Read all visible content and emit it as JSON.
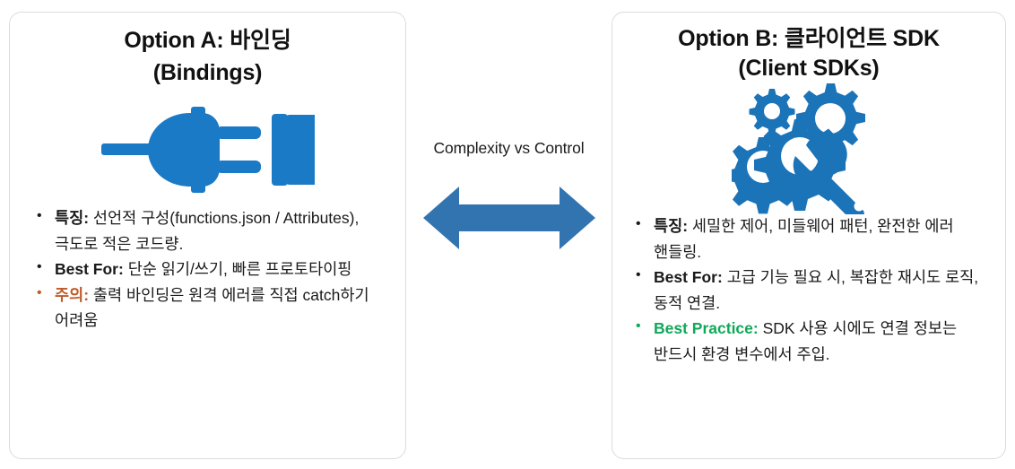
{
  "slide": {
    "center": {
      "label": "Complexity vs Control",
      "arrow_icon": "double-headed-arrow-icon",
      "arrow_color": "#3274B0"
    },
    "cards": [
      {
        "id": "option-a",
        "title_line1": "Option A: 바인딩",
        "title_line2": "(Bindings)",
        "icon": "plug-and-socket-icon",
        "icon_color": "#1B7AC6",
        "bullets": [
          {
            "label": "특징:",
            "text": "선언적 구성(functions.json / Attributes), 극도로 적은 코드량.",
            "style": "normal"
          },
          {
            "label": "Best For:",
            "text": "단순 읽기/쓰기, 빠른 프로토타이핑",
            "style": "normal"
          },
          {
            "label": "주의:",
            "text": "출력 바인딩은 원격 에러를 직접 catch하기 어려움",
            "style": "warn",
            "color": "#BF5B28"
          }
        ]
      },
      {
        "id": "option-b",
        "title_line1": "Option B: 클라이언트 SDK",
        "title_line2": "(Client SDKs)",
        "icon": "gears-and-wrench-icon",
        "icon_color": "#1B73B8",
        "bullets": [
          {
            "label": "특징:",
            "text": "세밀한 제어, 미들웨어 패턴, 완전한 에러 핸들링.",
            "style": "normal"
          },
          {
            "label": "Best For:",
            "text": "고급 기능 필요 시, 복잡한 재시도 로직, 동적 연결.",
            "style": "normal"
          },
          {
            "label": "Best Practice:",
            "text": "SDK 사용 시에도 연결 정보는 반드시 환경 변수에서 주입.",
            "style": "good",
            "color": "#0FA958"
          }
        ]
      }
    ]
  }
}
